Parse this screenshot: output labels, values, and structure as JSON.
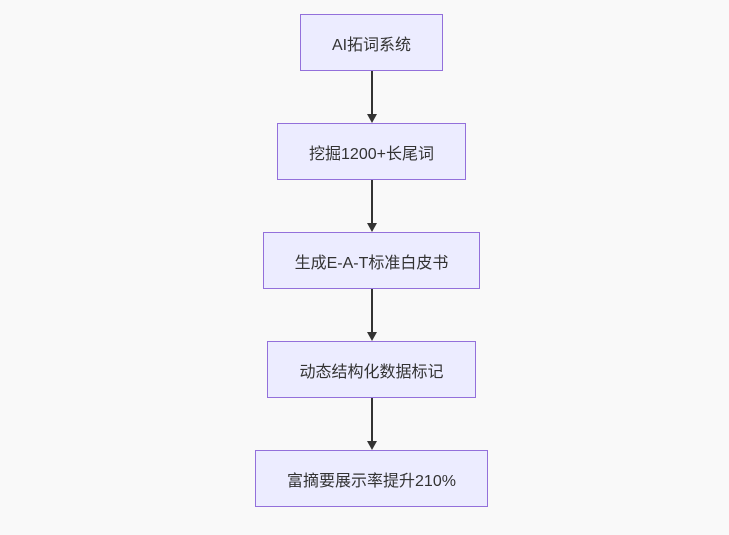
{
  "diagram": {
    "type": "flowchart",
    "direction": "top-down",
    "colors": {
      "node_fill": "#ECECFF",
      "node_border": "#9370DB",
      "node_text": "#333333",
      "arrow": "#333333",
      "background": "#f9f9f9"
    },
    "nodes": [
      {
        "label": "AI拓词系统"
      },
      {
        "label": "挖掘1200+长尾词"
      },
      {
        "label": "生成E-A-T标准白皮书"
      },
      {
        "label": "动态结构化数据标记"
      },
      {
        "label": "富摘要展示率提升210%"
      }
    ],
    "edges": [
      {
        "from": "AI拓词系统",
        "to": "挖掘1200+长尾词"
      },
      {
        "from": "挖掘1200+长尾词",
        "to": "生成E-A-T标准白皮书"
      },
      {
        "from": "生成E-A-T标准白皮书",
        "to": "动态结构化数据标记"
      },
      {
        "from": "动态结构化数据标记",
        "to": "富摘要展示率提升210%"
      }
    ]
  }
}
